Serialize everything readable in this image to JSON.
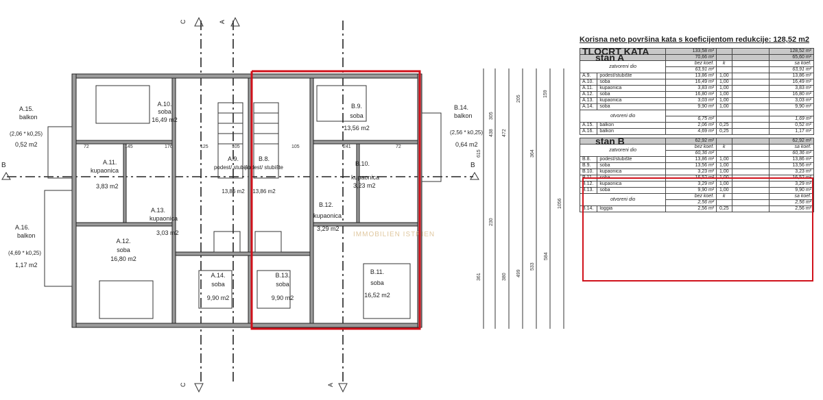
{
  "plan": {
    "section_letters": {
      "c_top": "C",
      "a_top": "A",
      "c_bottom": "C",
      "a_bottom": "A",
      "b_left": "B",
      "b_right": "B"
    },
    "rooms": [
      {
        "code": "A.10.",
        "name": "soba",
        "area": "16,49 m2"
      },
      {
        "code": "A.11.",
        "name": "kupaonica",
        "area": "3,83 m2"
      },
      {
        "code": "A.12.",
        "name": "soba",
        "area": "16,80 m2"
      },
      {
        "code": "A.13.",
        "name": "kupaonica",
        "area": "3,03 m2"
      },
      {
        "code": "A.14.",
        "name": "soba",
        "area": "9,90 m2"
      },
      {
        "code": "A.9.",
        "name": "podest/ stubište",
        "area": "13,86 m2"
      },
      {
        "code": "B.8.",
        "name": "podest/ stubište",
        "area": "13,86 m2"
      },
      {
        "code": "B.9.",
        "name": "soba",
        "area": "13,56 m2"
      },
      {
        "code": "B.10.",
        "name": "kupaonica",
        "area": "3,23 m2"
      },
      {
        "code": "B.11.",
        "name": "soba",
        "area": "16,52 m2"
      },
      {
        "code": "B.12.",
        "name": "kupaonica",
        "area": "3,29 m2"
      },
      {
        "code": "B.13.",
        "name": "soba",
        "area": "9,90 m2"
      }
    ],
    "balconies": [
      {
        "code": "A.15.",
        "name": "balkon",
        "formula": "(2,06 * k0,25)",
        "area": "0,52 m2"
      },
      {
        "code": "A.16.",
        "name": "balkon",
        "formula": "(4,69 * k0,25)",
        "area": "1,17 m2"
      },
      {
        "code": "B.14.",
        "name": "balkon",
        "formula": "(2,56 * k0,25)",
        "area": "0,64 m2"
      }
    ],
    "dims_top": [
      "72",
      "145",
      "176",
      "125",
      "105",
      "105",
      "241",
      "72"
    ],
    "dims_right": [
      "615",
      "438",
      "472",
      "1056",
      "305",
      "364",
      "533",
      "584",
      "159",
      "205",
      "230",
      "361",
      "380",
      "499"
    ],
    "watermark": "IMMOBILIEN ISTRIEN"
  },
  "table": {
    "caption": "Korisna neto površina kata s koeficijentom redukcije: 128,52 m2",
    "header": {
      "label": "TLOCRT KATA",
      "total_bez": "133,58 m²",
      "total_sa": "128,52 m²"
    },
    "stan_a": {
      "label": "stan A",
      "bez": "70,66 m²",
      "sa": "65,60 m²",
      "closed_label": "zatvoreni dio",
      "bez_hdr": "bez koef.",
      "k_hdr": "k",
      "sa_hdr": "sa koef.",
      "closed_bez": "63,91 m²",
      "closed_sa": "63,91 m²",
      "rows": [
        [
          "A.9.",
          "podest/stubište",
          "13,86 m²",
          "1,00",
          "13,86 m²"
        ],
        [
          "A.10.",
          "soba",
          "16,49 m²",
          "1,00",
          "16,49 m²"
        ],
        [
          "A.11.",
          "kupaonica",
          "3,83 m²",
          "1,00",
          "3,83 m²"
        ],
        [
          "A.12.",
          "soba",
          "16,80 m²",
          "1,00",
          "16,80 m²"
        ],
        [
          "A.13.",
          "kupaonica",
          "3,03 m²",
          "1,00",
          "3,03 m²"
        ],
        [
          "A.14.",
          "soba",
          "9,90 m²",
          "1,00",
          "9,90 m²"
        ]
      ],
      "open_label": "otvoreni dio",
      "open_bez": "6,75 m²",
      "open_sa": "1,69 m²",
      "open_rows": [
        [
          "A.15.",
          "balkon",
          "2,06 m²",
          "0,25",
          "0,52 m²"
        ],
        [
          "A.16.",
          "balkon",
          "4,69 m²",
          "0,25",
          "1,17 m²"
        ]
      ]
    },
    "stan_b": {
      "label": "stan B",
      "bez": "62,92 m²",
      "sa": "62,92 m²",
      "closed_label": "zatvoreni dio",
      "bez_hdr": "bez koef.",
      "k_hdr": "k",
      "sa_hdr": "sa koef.",
      "closed_bez": "60,36 m²",
      "closed_sa": "60,36 m²",
      "rows": [
        [
          "B.8.",
          "podest/stubište",
          "13,86 m²",
          "1,00",
          "13,86 m²"
        ],
        [
          "B.9.",
          "soba",
          "13,56 m²",
          "1,00",
          "13,56 m²"
        ],
        [
          "B.10.",
          "kupaonica",
          "3,23 m²",
          "1,00",
          "3,23 m²"
        ],
        [
          "B.11.",
          "soba",
          "16,52 m²",
          "1,00",
          "16,52 m²"
        ],
        [
          "B.12.",
          "kupaonica",
          "3,29 m²",
          "1,00",
          "3,29 m²"
        ],
        [
          "B.13.",
          "soba",
          "9,90 m²",
          "1,00",
          "9,90 m²"
        ]
      ],
      "open_label": "otvoreni dio",
      "open_bez": "2,56 m²",
      "open_sa": "2,56 m²",
      "open_rows": [
        [
          "B.14.",
          "loggia",
          "2,56 m²",
          "0,25",
          "2,56 m²"
        ]
      ]
    }
  },
  "colors": {
    "highlight": "#d0101a",
    "wall": "#9a9a9a",
    "header_gray": "#c8c8c8"
  }
}
